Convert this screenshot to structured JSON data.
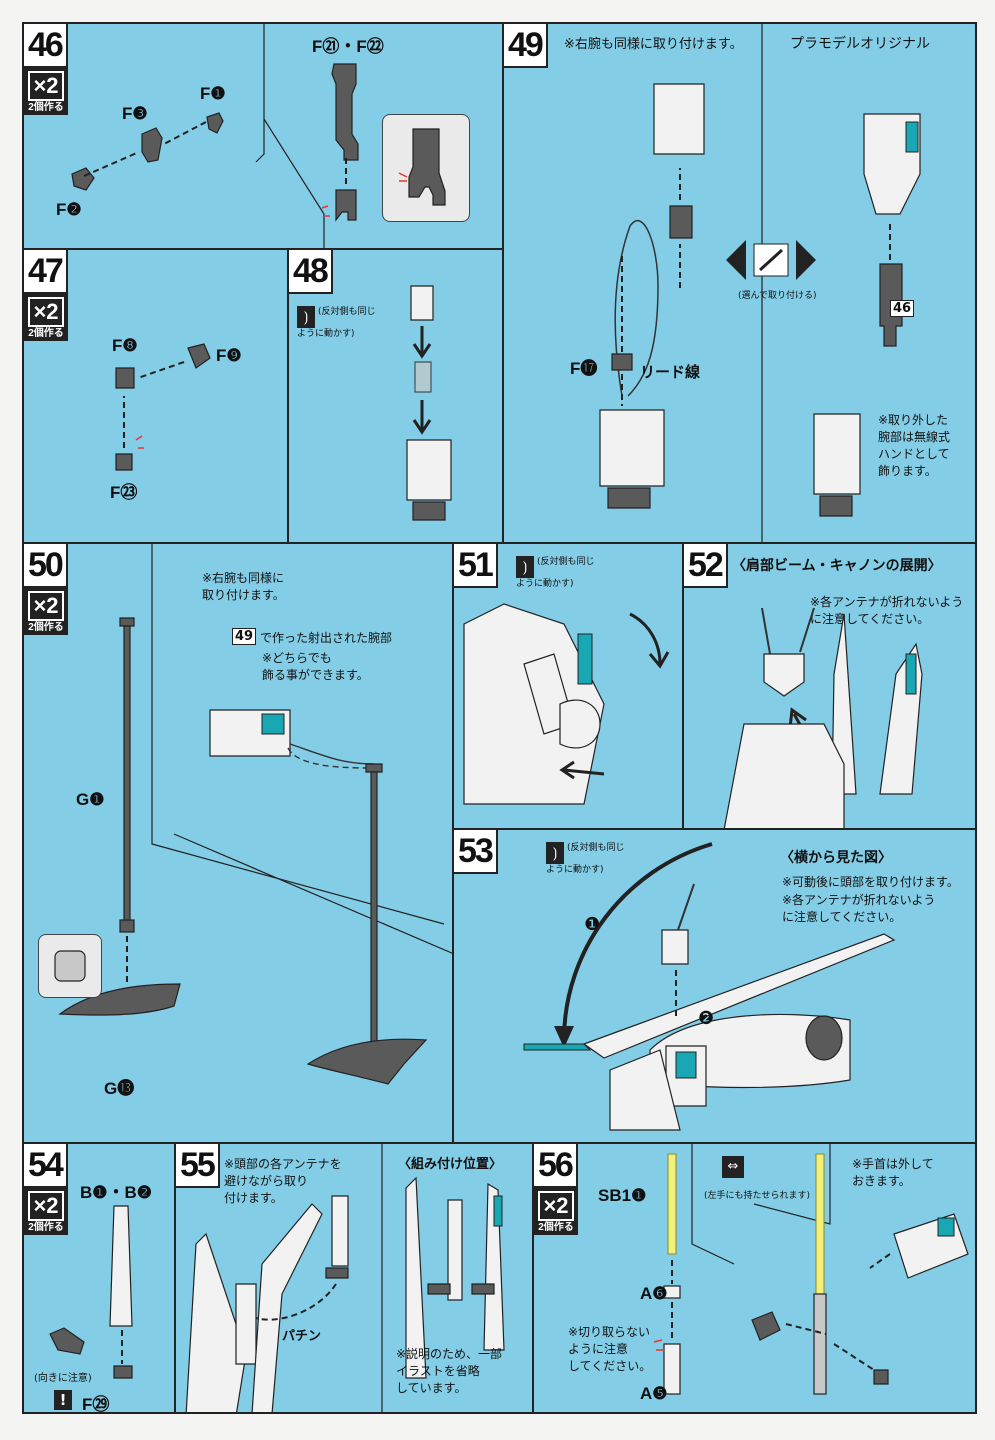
{
  "steps": {
    "s46": {
      "num": "46",
      "qty": "×2",
      "qty_note": "2個作る",
      "parts": {
        "f21f22": "F㉑・F㉒",
        "f1": "F❶",
        "f3": "F❸",
        "f2": "F❷"
      }
    },
    "s47": {
      "num": "47",
      "qty": "×2",
      "qty_note": "2個作る",
      "parts": {
        "f8": "F❽",
        "f9": "F❾",
        "f23": "F㉓"
      }
    },
    "s48": {
      "num": "48",
      "move_note": "(反対側も同じ\nように動かす)"
    },
    "s49": {
      "num": "49",
      "note": "※右腕も同様に取り付けます。",
      "original_label": "プラモデルオリジナル",
      "choose_label": "(選んで取り付ける)",
      "f17": "F⓱",
      "lead_wire": "リード線",
      "ref46": "46",
      "removed_note": "※取り外した\n腕部は無線式\nハンドとして\n飾ります。"
    },
    "s50": {
      "num": "50",
      "qty": "×2",
      "qty_note": "2個作る",
      "note1": "※右腕も同様に\n取り付けます。",
      "ref49": "49",
      "note2": "で作った射出された腕部",
      "note3": "※どちらでも\n飾る事ができます。",
      "g1": "G❶",
      "g13": "G⓭"
    },
    "s51": {
      "num": "51",
      "move_note": "(反対側も同じ\nように動かす)"
    },
    "s52": {
      "num": "52",
      "title": "〈肩部ビーム・キャノンの展開〉",
      "note": "※各アンテナが折れないよう\nに注意してください。"
    },
    "s53": {
      "num": "53",
      "move_note": "(反対側も同じ\nように動かす)",
      "side_view": "〈横から見た図〉",
      "note1": "※可動後に頭部を取り付けます。",
      "note2": "※各アンテナが折れないよう\nに注意してください。",
      "step1": "❶",
      "step2": "❷"
    },
    "s54": {
      "num": "54",
      "qty": "×2",
      "qty_note": "2個作る",
      "parts": "B❶・B❷",
      "direction_note": "(向きに注意)",
      "warn": "!",
      "f29": "F㉙"
    },
    "s55": {
      "num": "55",
      "note": "※頭部の各アンテナを\n避けながら取り\n付けます。",
      "position_title": "〈組み付け位置〉",
      "snap": "パチン",
      "omit_note": "※説明のため、一部\nイラストを省略\nしています。"
    },
    "s56": {
      "num": "56",
      "qty": "×2",
      "qty_note": "2個作る",
      "sb1": "SB1❶",
      "hand_note": "(左手にも持たせられます)",
      "a6": "A❻",
      "a5": "A❺",
      "cut_note": "※切り取らない\nように注意\nしてください。",
      "wrist_note": "※手首は外して\nおきます。"
    }
  },
  "colors": {
    "background": "#83cde6",
    "border": "#222222",
    "part_gray": "#5a5a5a",
    "beam_yellow": "#f3f07a"
  }
}
